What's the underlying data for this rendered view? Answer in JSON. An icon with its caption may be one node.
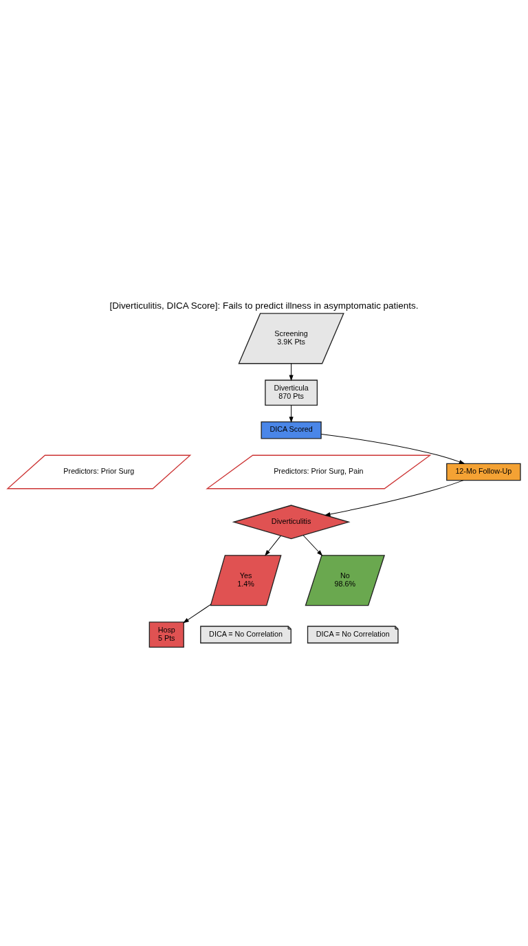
{
  "diagram": {
    "title": "[Diverticulitis, DICA Score]: Fails to predict illness in asymptomatic patients.",
    "nodes": [
      {
        "text": [
          "Screening",
          "3.9K Pts"
        ]
      },
      {
        "text": [
          "Diverticula",
          "870 Pts"
        ]
      },
      {
        "text": [
          "DICA Scored"
        ]
      },
      {
        "text": [
          "Predictors: Prior Surg, Pain"
        ]
      },
      {
        "text": [
          "12-Mo Follow-Up"
        ]
      },
      {
        "text": [
          "Predictors: Prior Surg"
        ]
      },
      {
        "text": [
          "Diverticulitis"
        ]
      },
      {
        "text": [
          "Yes",
          "1.4%"
        ]
      },
      {
        "text": [
          "No",
          "98.6%"
        ]
      },
      {
        "text": [
          "Hosp",
          "5 Pts"
        ]
      },
      {
        "text": [
          "DICA = No Correlation"
        ]
      },
      {
        "text": [
          "DICA = No Correlation"
        ]
      }
    ],
    "edges": [
      {
        "from": 0,
        "to": 1,
        "arrow": "to"
      },
      {
        "from": 1,
        "to": 2,
        "arrow": "to"
      },
      {
        "from": 2,
        "to": 4,
        "arrow": "to"
      },
      {
        "from": 4,
        "to": 6,
        "arrow": "to"
      },
      {
        "from": 6,
        "to": 7,
        "arrow": "to"
      },
      {
        "from": 6,
        "to": 8,
        "arrow": "to"
      },
      {
        "from": 7,
        "to": 9,
        "arrow": "to"
      }
    ]
  }
}
